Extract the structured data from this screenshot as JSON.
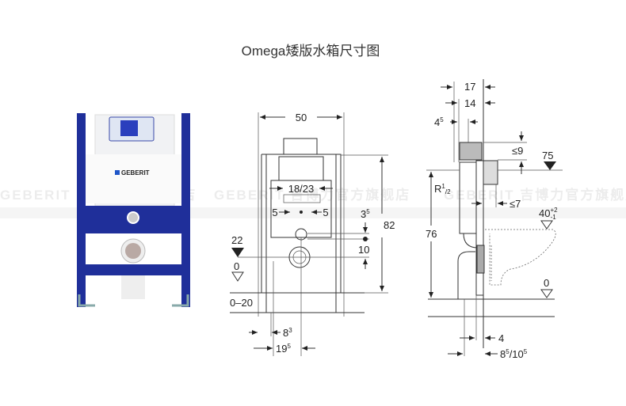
{
  "title": "Omega矮版水箱尺寸图",
  "watermark": "GEBERIT  吉博力官方旗舰店",
  "brand": {
    "logo_text": "GEBERIT",
    "frame_color": "#1f2f9a"
  },
  "front_view": {
    "width": "50",
    "flush_plate": "18/23",
    "offset_left": "5",
    "offset_right": "5",
    "height": "82",
    "pipe_offset": {
      "main": "3",
      "sup": "5"
    },
    "pipe_gap": "10",
    "water_inlet": "22",
    "floor_zero": "0",
    "floor_range": "0–20",
    "leg_offset": {
      "main": "8",
      "sup": "3"
    },
    "center_offset": {
      "main": "19",
      "sup": "5"
    }
  },
  "side_view": {
    "depth_total": "17",
    "depth_frame": "14",
    "cistern_offset": {
      "main": "4",
      "sup": "5"
    },
    "plate_max": "≤9",
    "plate_height": "75",
    "thread": {
      "main": "R",
      "sup": "1",
      "sub": "/2"
    },
    "bolt_max": "≤7",
    "pan_height": {
      "main": "40",
      "sup": "+2",
      "sub": "-1"
    },
    "inlet_height": "76",
    "floor_zero": "0",
    "wall_gap": "4",
    "pipe_offset": {
      "main": "8",
      "sup": "5",
      "mid": "/10",
      "sup2": "5"
    }
  }
}
